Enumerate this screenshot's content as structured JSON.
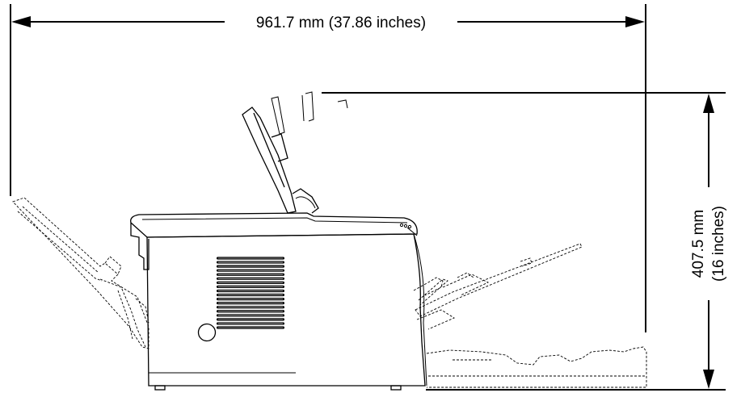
{
  "dimensions": {
    "width_label": "961.7 mm (37.86 inches)",
    "height_label_mm": "407.5 mm",
    "height_label_in": "(16 inches)"
  }
}
